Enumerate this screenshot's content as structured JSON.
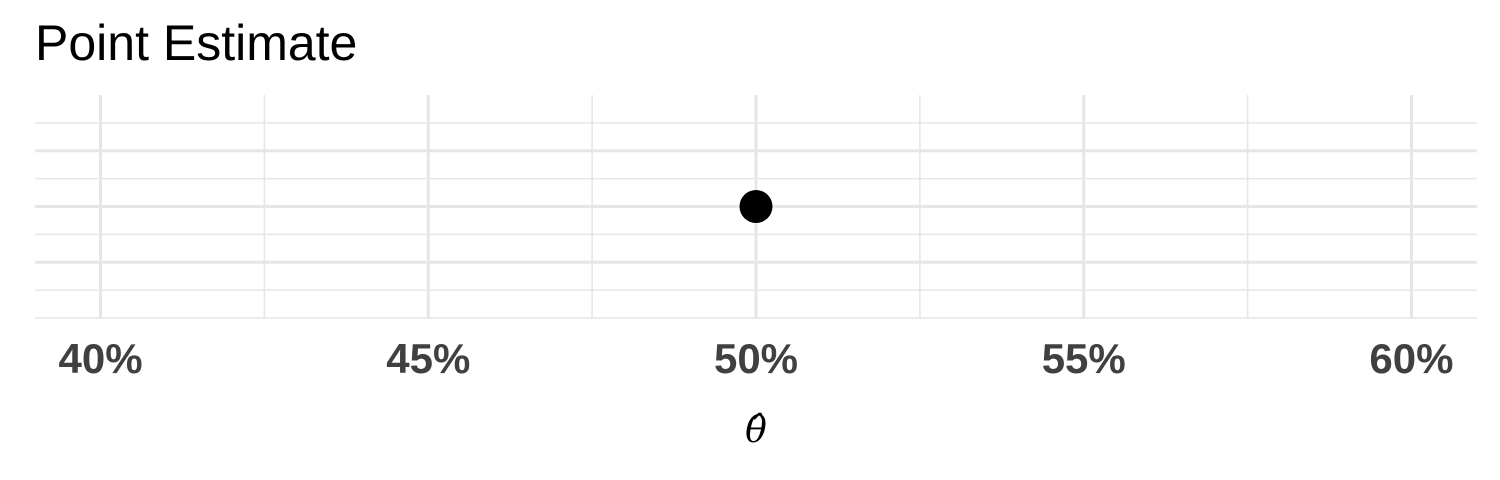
{
  "chart_data": {
    "type": "scatter",
    "title": "Point Estimate",
    "xlabel": "θ̂",
    "ylabel": "",
    "x_tick_labels": [
      "40%",
      "45%",
      "50%",
      "55%",
      "60%"
    ],
    "x_ticks": [
      0.4,
      0.45,
      0.5,
      0.55,
      0.6
    ],
    "xlim": [
      0.39,
      0.61
    ],
    "ylim": [
      0,
      8
    ],
    "points": [
      {
        "x": 0.5,
        "y": 4
      }
    ],
    "grid": true,
    "legend": "none"
  },
  "colors": {
    "grid": "#e6e6e6",
    "point": "#000000",
    "tick_text": "#404040"
  }
}
